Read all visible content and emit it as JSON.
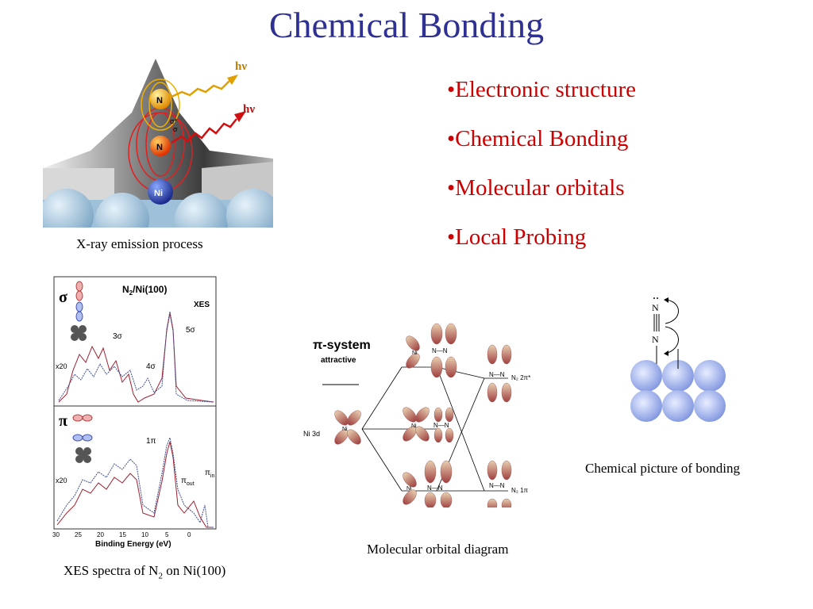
{
  "slide": {
    "title": "Chemical Bonding",
    "bullets": [
      "•Electronic structure",
      "•Chemical Bonding",
      "•Molecular orbitals",
      "•Local Probing"
    ]
  },
  "xray_figure": {
    "caption": "X-ray emission process",
    "photon_label_1": "hν",
    "photon_label_2": "hν",
    "atom_top": "N",
    "atom_mid": "N",
    "atom_bottom": "Ni",
    "orbital_label_1": "σ*",
    "orbital_label_2": "σ"
  },
  "xes_figure": {
    "caption_prefix": "XES spectra of N",
    "caption_sub": "2",
    "caption_suffix": " on Ni(100)",
    "header_prefix": "N",
    "header_sub": "2",
    "header_suffix": "/Ni(100)",
    "technique": "XES",
    "sigma_panel": {
      "symbol": "σ",
      "scale": "x20",
      "peaks": [
        "3σ",
        "4σ",
        "5σ"
      ]
    },
    "pi_panel": {
      "symbol": "π",
      "scale": "x20",
      "peaks": [
        "1π",
        "π",
        "π"
      ],
      "subs": [
        "out",
        "in"
      ]
    },
    "xlabel": "Binding Energy (eV)",
    "xticks": [
      "30",
      "25",
      "20",
      "15",
      "10",
      "5",
      "0"
    ]
  },
  "mo_figure": {
    "caption": "Molecular orbital diagram",
    "heading": "π-system",
    "subheading": "attractive",
    "ni_label": "Ni 3d",
    "level_top": "N₂ 2π*",
    "level_bottom": "N₂ 1π",
    "atom_ni": "Ni",
    "atom_n": "N"
  },
  "chem_figure": {
    "caption": "Chemical picture of bonding",
    "atom_n_top": "N",
    "atom_n_bottom": "N",
    "lone_pair": "··"
  }
}
